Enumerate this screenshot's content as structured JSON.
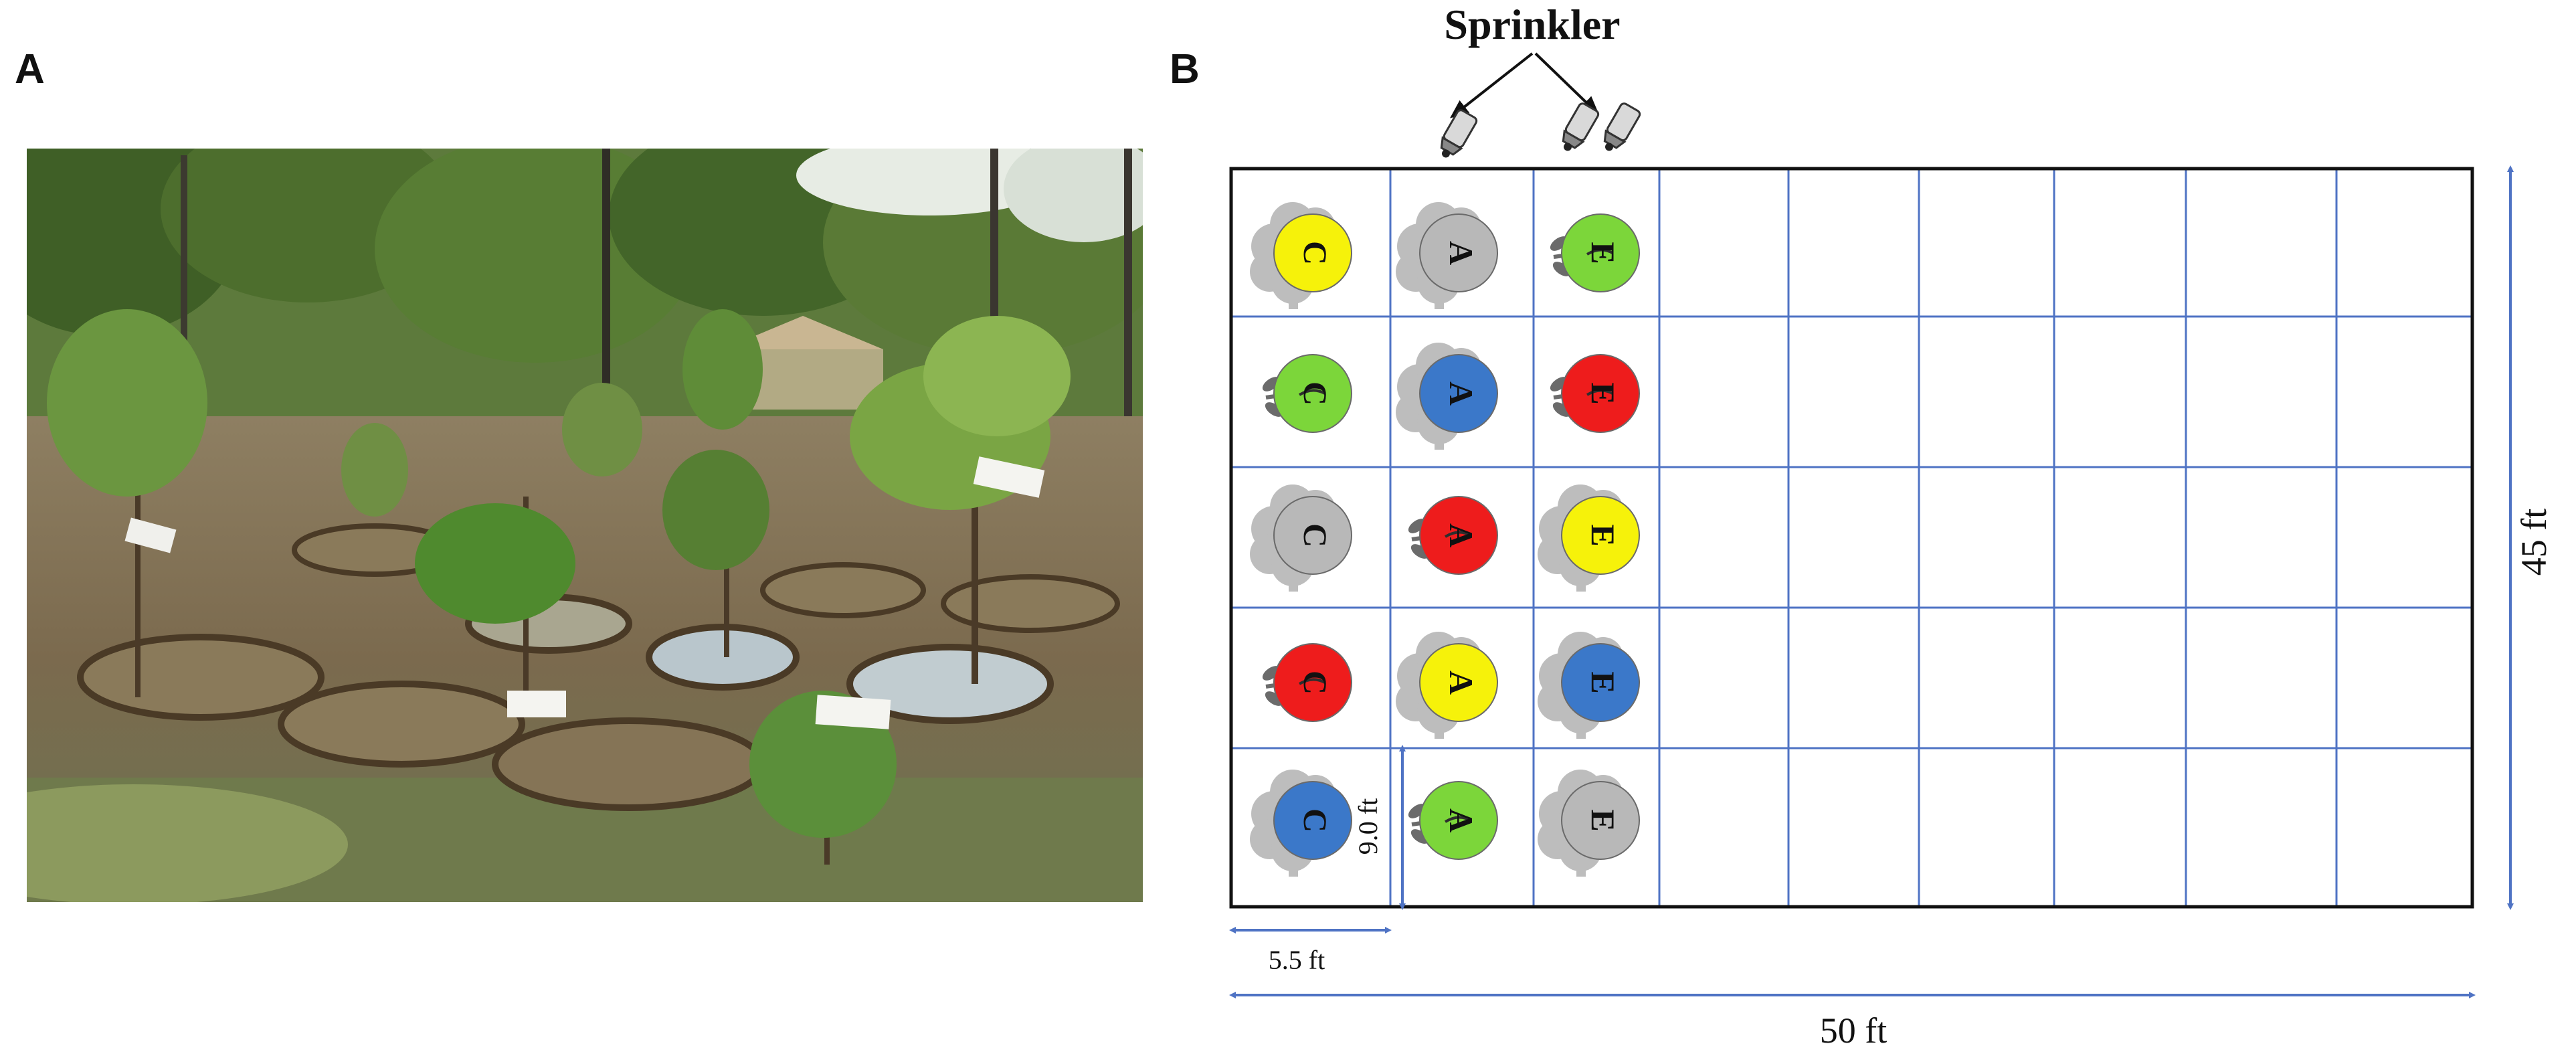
{
  "panels": {
    "a": "A",
    "b": "B"
  },
  "sprinkler": {
    "label": "Sprinkler",
    "icon": "sprinkler-icon"
  },
  "dimensions": {
    "width_total": "50 ft",
    "height_total": "45 ft",
    "plant_spacing": "5.5 ft",
    "row_spacing": "9.0 ft"
  },
  "plot": {
    "rows": 5,
    "cols": 9,
    "columns": [
      {
        "letter": "C",
        "circles": [
          {
            "color": "#f6f20a",
            "icon": "cloud-plant"
          },
          {
            "color": "#7cd63a",
            "icon": "seedling"
          },
          {
            "color": "#b8b8b8",
            "icon": "cloud-plant"
          },
          {
            "color": "#ee1c1c",
            "icon": "seedling"
          },
          {
            "color": "#3b78c9",
            "icon": "cloud-plant"
          }
        ]
      },
      {
        "letter": "A",
        "circles": [
          {
            "color": "#b8b8b8",
            "icon": "cloud-plant"
          },
          {
            "color": "#3b78c9",
            "icon": "cloud-plant"
          },
          {
            "color": "#ee1c1c",
            "icon": "seedling"
          },
          {
            "color": "#f6f20a",
            "icon": "cloud-plant"
          },
          {
            "color": "#7cd63a",
            "icon": "seedling"
          }
        ]
      },
      {
        "letter": "E",
        "circles": [
          {
            "color": "#7cd63a",
            "icon": "seedling"
          },
          {
            "color": "#ee1c1c",
            "icon": "seedling"
          },
          {
            "color": "#f6f20a",
            "icon": "cloud-plant"
          },
          {
            "color": "#3b78c9",
            "icon": "cloud-plant"
          },
          {
            "color": "#b8b8b8",
            "icon": "cloud-plant"
          }
        ]
      }
    ]
  },
  "colors": {
    "grid_line": "#4f73c4",
    "dimension_arrow": "#4f73c4",
    "border": "#111111",
    "cloud": "#bdbdbd"
  }
}
